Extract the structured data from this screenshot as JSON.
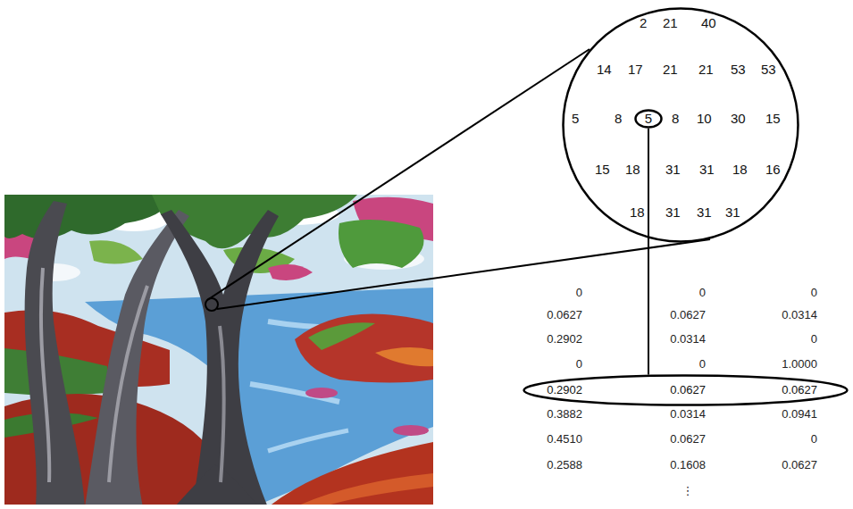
{
  "diagram": {
    "nodes": [
      {
        "text": [
          "2",
          "21",
          "40",
          "14",
          "17",
          "21",
          "21",
          "53",
          "53",
          "5",
          "8",
          "8",
          "10",
          "30",
          "15",
          "15",
          "18",
          "31",
          "31",
          "18",
          "16",
          "18",
          "31",
          "31",
          "31"
        ]
      },
      {
        "text": [
          "5"
        ],
        "in": 0
      },
      {
        "text": [
          "0.2902",
          "0.0627",
          "0.0627"
        ]
      }
    ],
    "edges": [
      {
        "from": 1,
        "to": 2,
        "arrow": "none"
      }
    ],
    "labels": [
      "0",
      "0",
      "0",
      "0.0627",
      "0.0627",
      "0.0314",
      "0.2902",
      "0.0314",
      "0",
      "0",
      "0",
      "1.0000",
      "0.3882",
      "0.0314",
      "0.0941",
      "0.4510",
      "0.0627",
      "0",
      "0.2588",
      "0.1608",
      "0.0627",
      "⋮"
    ]
  }
}
